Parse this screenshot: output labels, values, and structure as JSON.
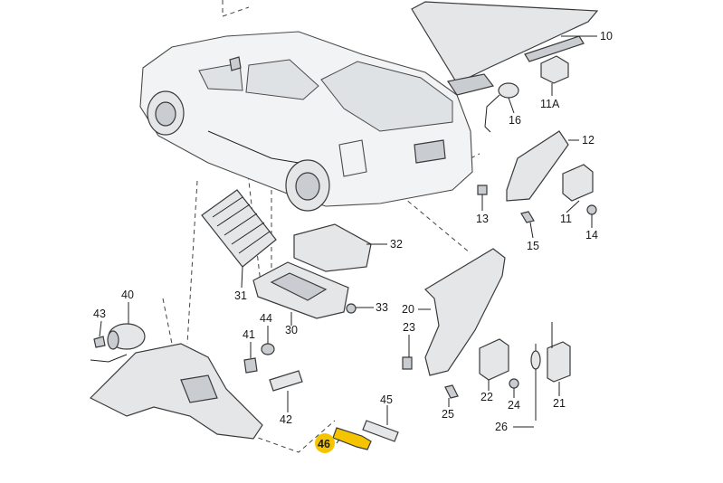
{
  "diagram": {
    "accent_color": "#f5c400",
    "highlighted_part": "46",
    "labels": {
      "p10": "10",
      "p11a": "11A",
      "p16": "16",
      "p12": "12",
      "p13": "13",
      "p11": "11",
      "p15": "15",
      "p14": "14",
      "p32": "32",
      "p31": "31",
      "p33": "33",
      "p30": "30",
      "p20": "20",
      "p23": "23",
      "p40": "40",
      "p43": "43",
      "p44": "44",
      "p41": "41",
      "p42": "42",
      "p45": "45",
      "p46": "46",
      "p22": "22",
      "p24": "24",
      "p21": "21",
      "p25": "25",
      "p26": "26"
    }
  }
}
